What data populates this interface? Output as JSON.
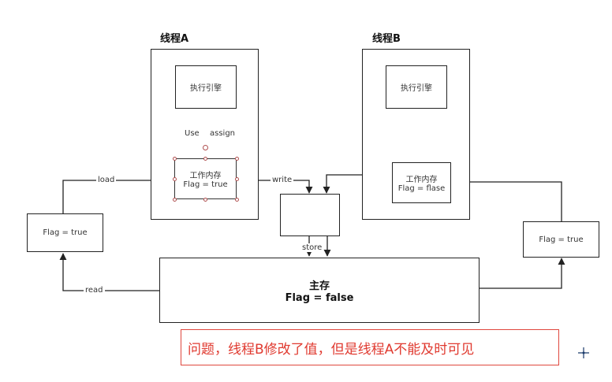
{
  "thread_a": {
    "title": "线程A",
    "engine": "执行引擎",
    "work_mem_line1": "工作内存",
    "work_mem_line2": "Flag = true",
    "use_label": "Use",
    "assign_label": "assign"
  },
  "thread_b": {
    "title": "线程B",
    "engine": "执行引擎",
    "work_mem_line1": "工作内存",
    "work_mem_line2": "Flag = flase"
  },
  "left_flag": "Flag = true",
  "right_flag": "Flag = true",
  "main_memory": {
    "line1": "主存",
    "line2": "Flag = false"
  },
  "labels": {
    "load": "load",
    "read": "read",
    "write": "write",
    "store": "store"
  },
  "note": "问题，线程B修改了值，但是线程A不能及时可见"
}
